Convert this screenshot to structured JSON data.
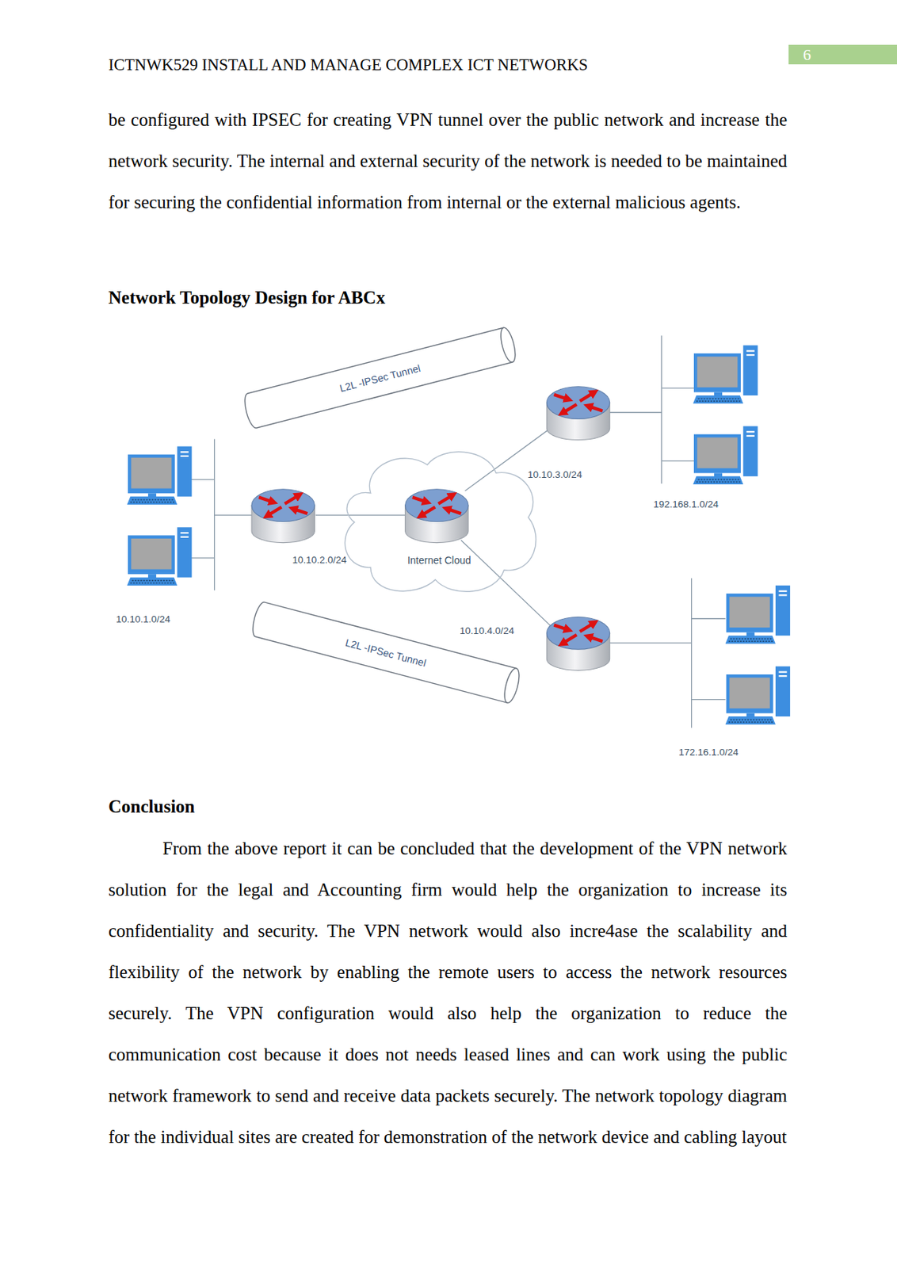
{
  "diagram": {
    "title": "Network Topology Design for ABCx",
    "nodes": [
      {
        "text": [
          "L2L -IPSec Tunnel"
        ]
      },
      {
        "text": [
          "Internet Cloud"
        ]
      },
      {
        "text": [
          "L2L -IPSec Tunnel"
        ]
      }
    ],
    "labels": [
      "ICTNWK529 INSTALL AND MANAGE COMPLEX ICT NETWORKS",
      "6",
      "be configured with IPSEC for creating VPN tunnel over the public network and increase the network security. The internal and external security of the network is needed to be maintained for securing the confidential information from internal or the external malicious agents.",
      "10.10.3.0/24",
      "192.168.1.0/24",
      "10.10.2.0/24",
      "10.10.1.0/24",
      "10.10.4.0/24",
      "172.16.1.0/24",
      "Conclusion",
      "From the above report it can be concluded that the development of the VPN network solution for the legal and Accounting firm would help the organization to increase its confidentiality and security. The VPN network would also incre4ase the scalability and flexibility of the network by enabling the remote users to access the network resources securely. The VPN configuration would also help the organization to reduce the communication cost because it does not needs leased lines and can work using the public network framework to send and receive data packets securely. The network topology diagram for the individual sites are created for demonstration of the network device and cabling layout"
    ]
  }
}
